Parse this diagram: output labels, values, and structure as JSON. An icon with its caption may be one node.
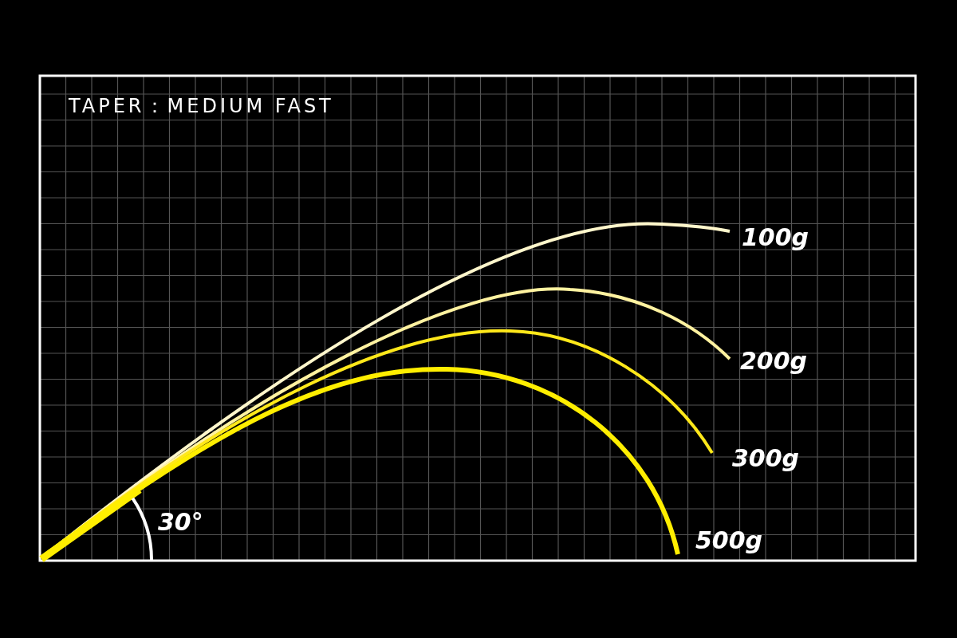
{
  "diagram": {
    "title": "TAPER：MEDIUM FAST",
    "labels": [
      "100g",
      "200g",
      "300g",
      "500g",
      "30°"
    ]
  }
}
